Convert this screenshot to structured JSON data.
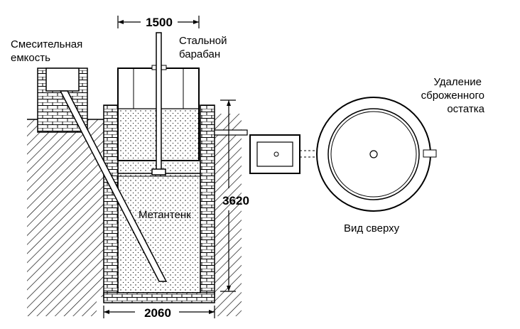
{
  "labels": {
    "mixing_tank_line1": "Смесительная",
    "mixing_tank_line2": "емкость",
    "steel_drum_line1": "Стальной",
    "steel_drum_line2": "барабан",
    "removal_line1": "Удаление",
    "removal_line2": "сброженного",
    "removal_line3": "остатка",
    "digester": "Метантенк",
    "top_view": "Вид сверху"
  },
  "dimensions": {
    "drum_width": "1500",
    "tank_height": "3620",
    "tank_width": "2060"
  }
}
